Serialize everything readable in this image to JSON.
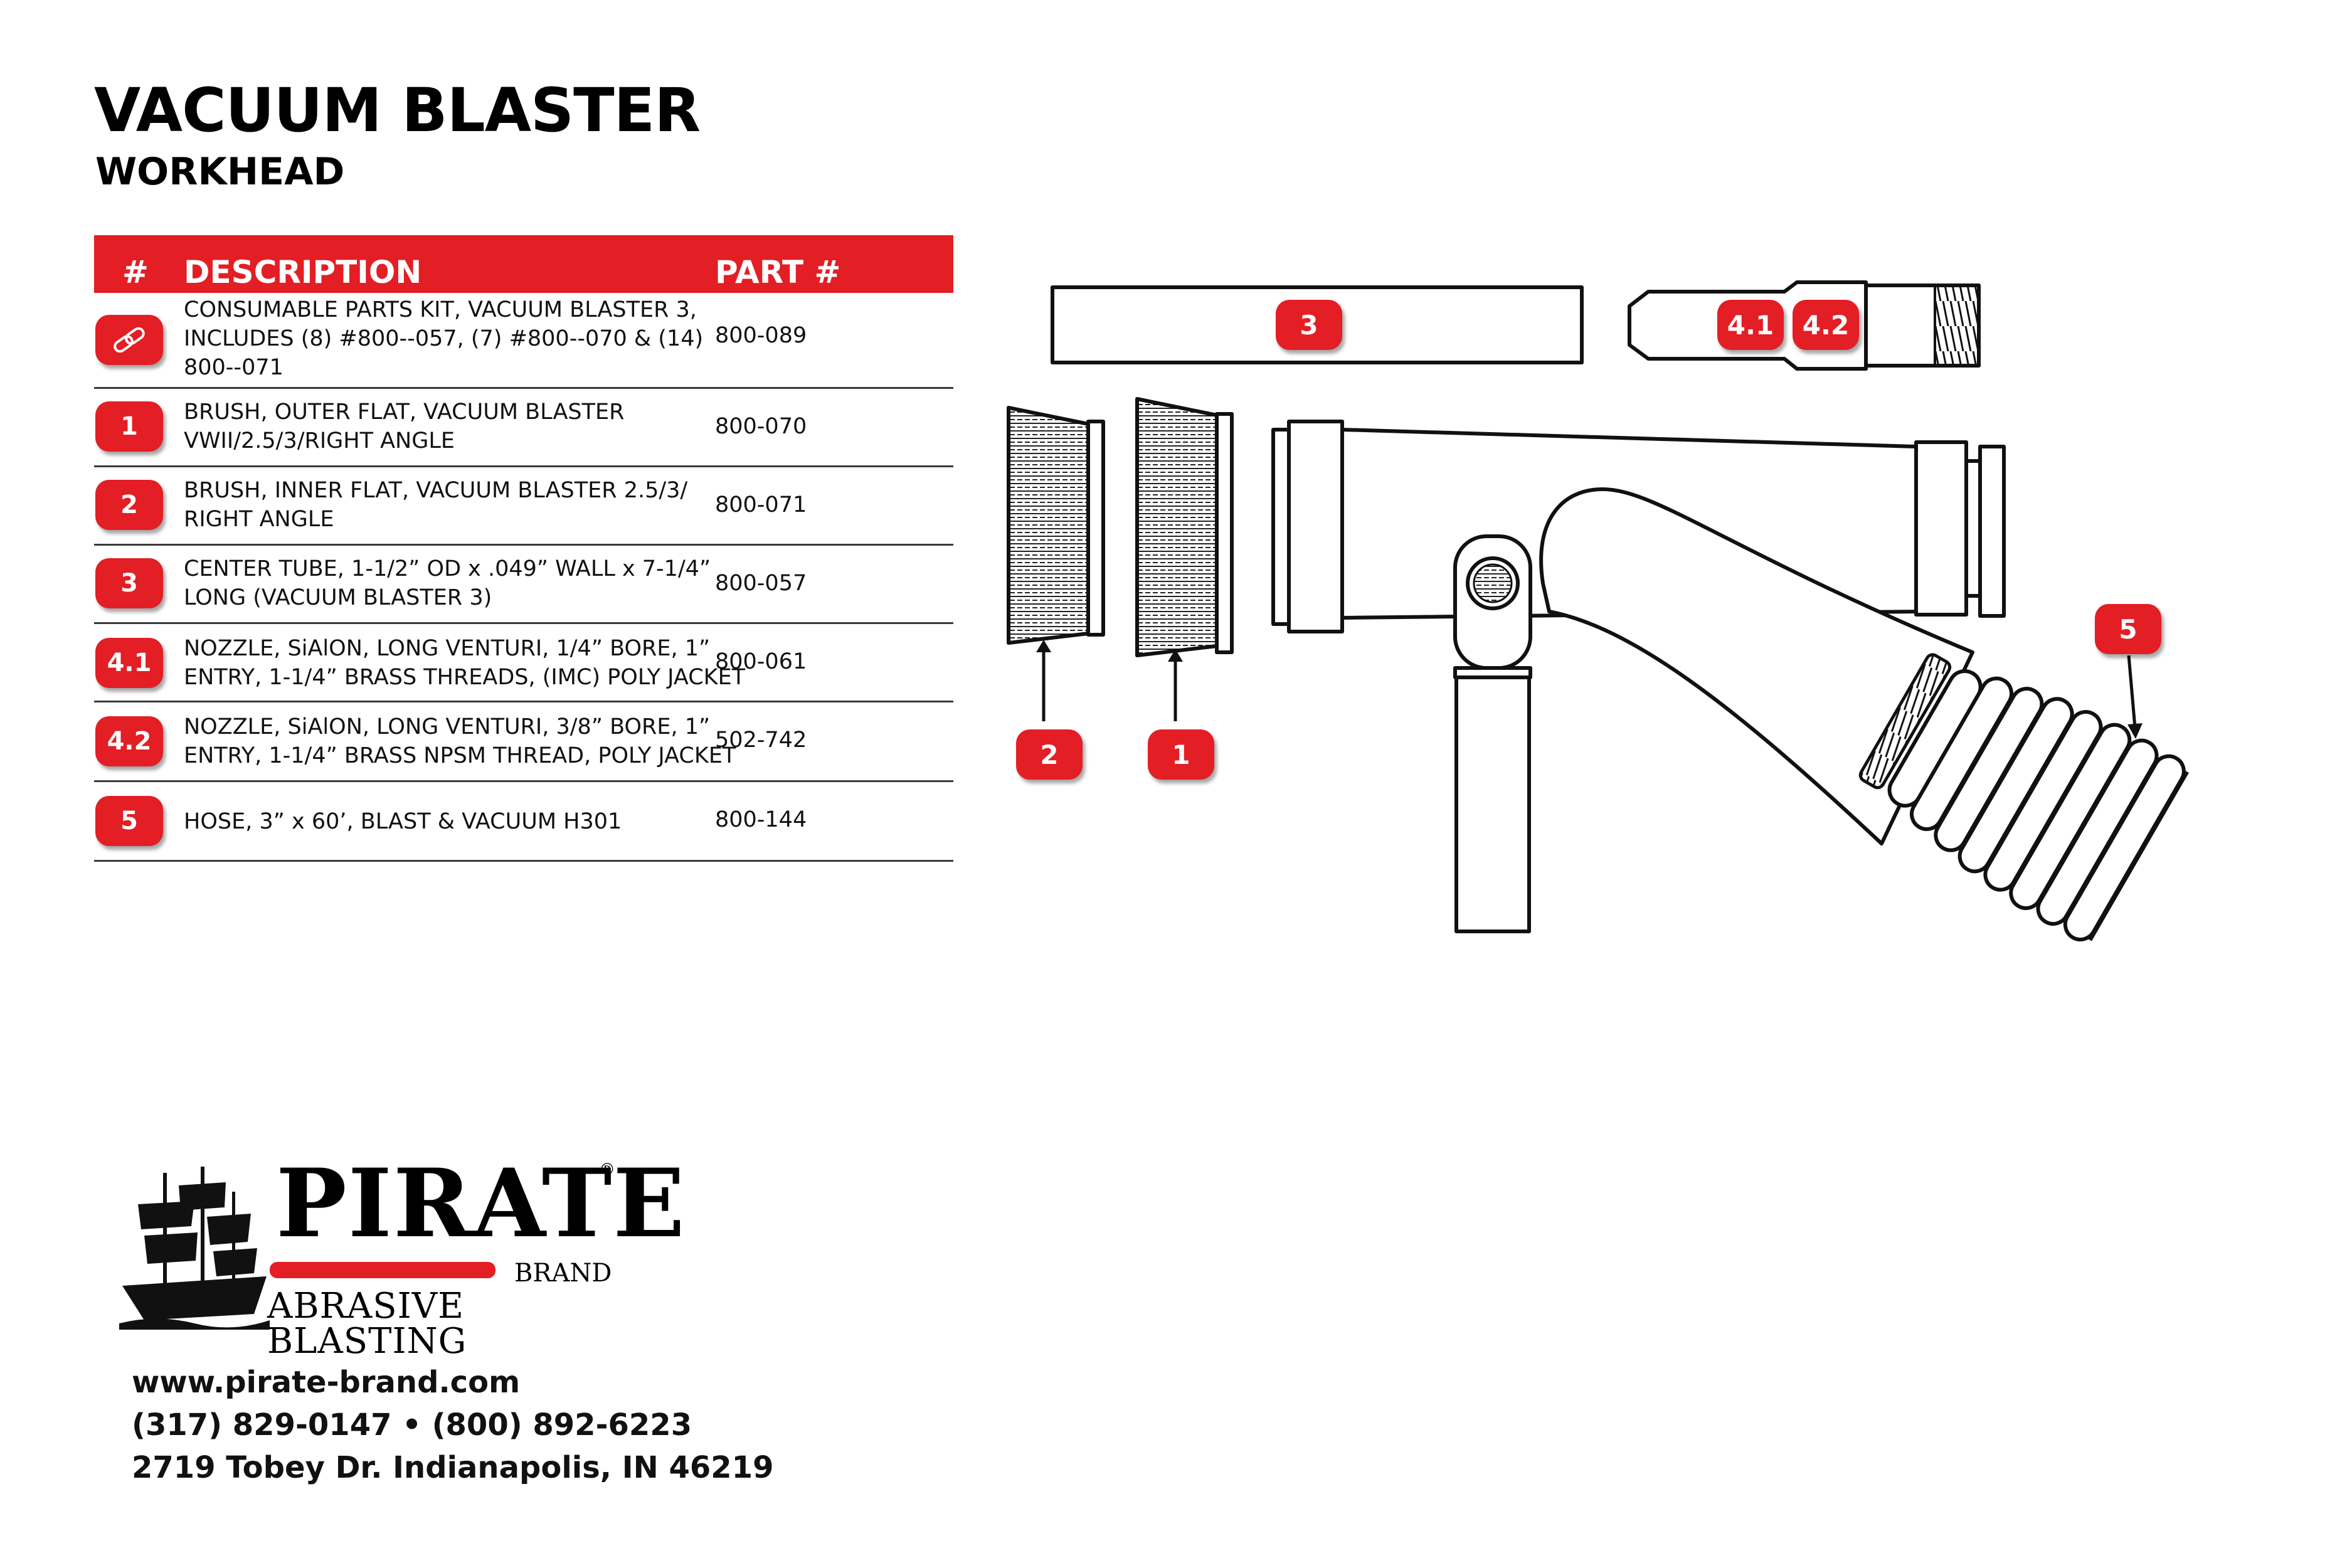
{
  "header": {
    "title": "VACUUM BLASTER",
    "subtitle": "WORKHEAD"
  },
  "colors": {
    "accent": "#e31e24",
    "text": "#111111"
  },
  "table": {
    "headers": {
      "num": "#",
      "description": "DESCRIPTION",
      "part": "PART #"
    },
    "rows": [
      {
        "num": "",
        "icon": "chain-link-icon",
        "description_lines": [
          "CONSUMABLE PARTS KIT, VACUUM BLASTER 3,",
          "INCLUDES (8) #800--057, (7) #800--070 & (14)",
          "800--071"
        ],
        "part": "800-089"
      },
      {
        "num": "1",
        "description_lines": [
          "BRUSH, OUTER FLAT, VACUUM BLASTER",
          "VWII/2.5/3/RIGHT ANGLE"
        ],
        "part": "800-070"
      },
      {
        "num": "2",
        "description_lines": [
          "BRUSH, INNER FLAT, VACUUM BLASTER 2.5/3/",
          "RIGHT ANGLE"
        ],
        "part": "800-071"
      },
      {
        "num": "3",
        "description_lines": [
          "CENTER TUBE, 1-1/2” OD x .049” WALL x 7-1/4”",
          "LONG (VACUUM BLASTER 3)"
        ],
        "part": "800-057"
      },
      {
        "num": "4.1",
        "description_lines": [
          "NOZZLE, SiAlON, LONG VENTURI, 1/4” BORE, 1”",
          "ENTRY, 1-1/4” BRASS THREADS, (IMC) POLY JACKET"
        ],
        "part": "800-061"
      },
      {
        "num": "4.2",
        "description_lines": [
          "NOZZLE, SiAlON, LONG VENTURI, 3/8” BORE, 1”",
          "ENTRY, 1-1/4” BRASS NPSM THREAD, POLY JACKET"
        ],
        "part": "502-742"
      },
      {
        "num": "5",
        "description_lines": [
          "HOSE, 3” x 60’, BLAST & VACUUM H301"
        ],
        "part": "800-144"
      }
    ]
  },
  "logo": {
    "brand": "PIRATE",
    "registered": "®",
    "sub_brand": "BRAND",
    "tagline": "ABRASIVE BLASTING",
    "icon": "pirate-ship-icon"
  },
  "contact": {
    "website": "www.pirate-brand.com",
    "phones": "(317) 829-0147 • (800) 892-6223",
    "address": "2719 Tobey Dr. Indianapolis, IN 46219"
  },
  "diagram": {
    "labels": {
      "tube": "3",
      "nozzle_a": "4.1",
      "nozzle_b": "4.2",
      "brush_inner": "2",
      "brush_outer": "1",
      "hose": "5"
    }
  }
}
